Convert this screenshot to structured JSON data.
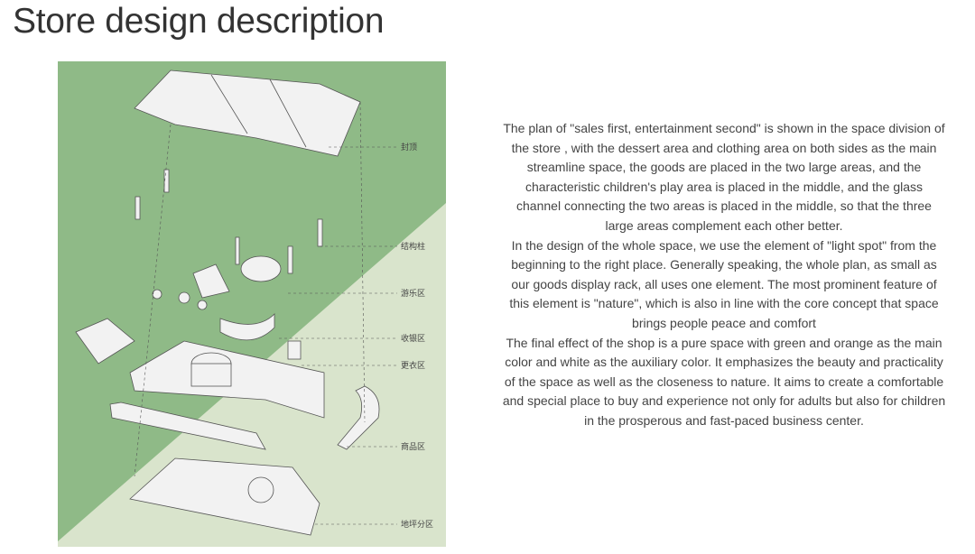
{
  "title": "Store design description",
  "figure": {
    "colors": {
      "dark_green": "#8fba87",
      "light_green": "#d9e4cc"
    },
    "labels": [
      "封顶",
      "结构柱",
      "游乐区",
      "收银区",
      "更衣区",
      "商品区",
      "地坪分区"
    ]
  },
  "description": {
    "lines": [
      "The plan of \"sales first, entertainment second\" is shown in the space division of",
      "the store , with the dessert area and clothing area on both sides as the main",
      "streamline space, the goods are placed in the two large areas, and the",
      "characteristic children's play area is placed in the middle, and the glass",
      "channel connecting the two areas is placed in the middle, so that the three",
      "large areas complement each other better.",
      "In the design of the whole space, we use the element of \"light spot\" from the",
      "beginning to the right place. Generally speaking, the whole plan, as small as",
      "our goods display rack, all uses one element. The most prominent feature of",
      "this element is \"nature\", which is also in line with the core concept that space",
      "brings people peace and comfort",
      "The final effect of the shop is a pure space with green and orange as the main",
      "color and white as the auxiliary color. It emphasizes the beauty and practicality",
      "of the space as well as the closeness to nature. It aims to create a comfortable",
      "and special place to buy and experience not only for adults but also for children",
      "in the prosperous and fast-paced business center."
    ]
  }
}
